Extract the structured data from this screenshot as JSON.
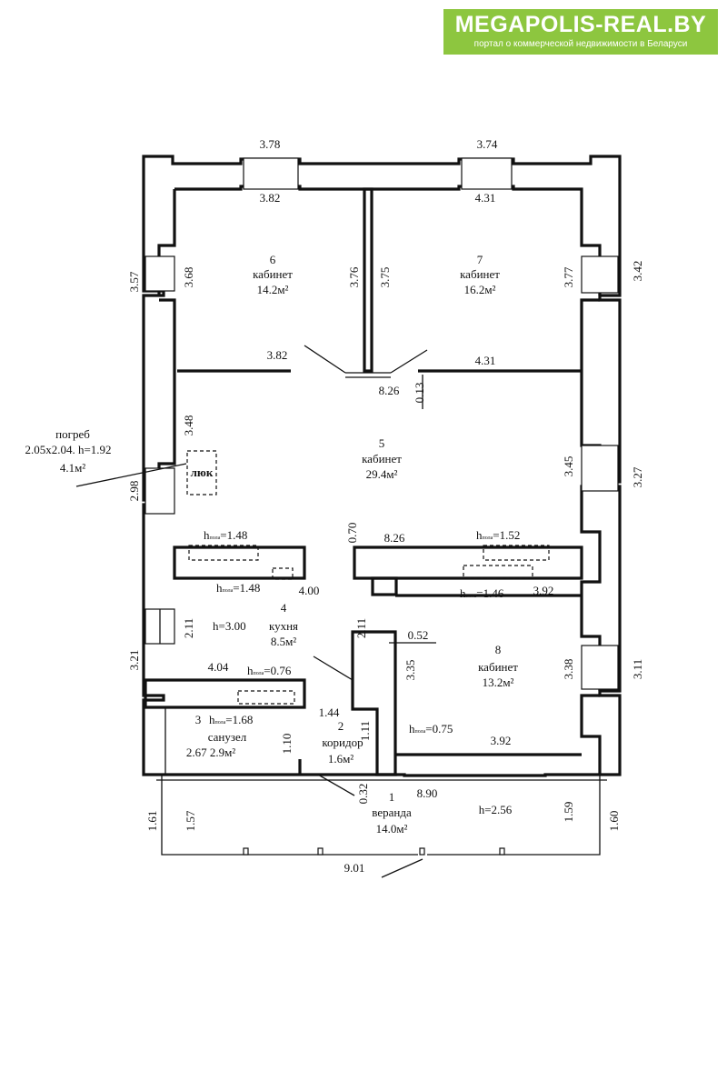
{
  "logo": {
    "title": "MEGAPOLIS-REAL.BY",
    "subtitle": "портал о коммерческой недвижимости в Беларуси",
    "color": "#8dc63f"
  },
  "rooms": {
    "r1": {
      "num": "1",
      "name": "веранда",
      "area": "14.0м²"
    },
    "r2": {
      "num": "2",
      "name": "коридор",
      "area": "1.6м²"
    },
    "r3": {
      "num": "3",
      "name": "санузел",
      "area": "2.67  2.9м²"
    },
    "r4": {
      "num": "4",
      "name": "кухня",
      "area": "8.5м²",
      "h": "h=3.00"
    },
    "r5": {
      "num": "5",
      "name": "кабинет",
      "area": "29.4м²"
    },
    "r6": {
      "num": "6",
      "name": "кабинет",
      "area": "14.2м²"
    },
    "r7": {
      "num": "7",
      "name": "кабинет",
      "area": "16.2м²"
    },
    "r8": {
      "num": "8",
      "name": "кабинет",
      "area": "13.2м²"
    }
  },
  "cellar": {
    "label": "погреб",
    "dims": "2.05x2.04. h=1.92",
    "area": "4.1м²",
    "hatch": "люк"
  },
  "dims": {
    "top_l_outer": "3.78",
    "top_r_outer": "3.74",
    "top_l_inner": "3.82",
    "top_r_inner": "4.31",
    "left_6_outer": "3.57",
    "left_6_inner": "3.68",
    "wall_a": "3.76",
    "wall_b": "3.75",
    "right_7_inner": "3.77",
    "right_7_outer": "3.42",
    "mid_l": "3.82",
    "mid_r": "4.31",
    "mid_826": "8.26",
    "d013": "0.13",
    "d348": "3.48",
    "d298": "2.98",
    "d345": "3.45",
    "d327": "3.27",
    "d070": "0.70",
    "d826b": "8.26",
    "d400": "4.00",
    "d052": "0.52",
    "d392a": "3.92",
    "d211a": "2.11",
    "d211b": "2.11",
    "d335": "3.35",
    "d338": "3.38",
    "d311": "3.11",
    "d321": "3.21",
    "d404": "4.04",
    "d144": "1.44",
    "d111": "1.11",
    "d110": "1.10",
    "d392b": "3.92",
    "d032": "0.32",
    "d890": "8.90",
    "d256": "h=2.56",
    "d161": "1.61",
    "d157": "1.57",
    "d159": "1.59",
    "d160": "1.60",
    "d901": "9.01"
  },
  "heights": {
    "h148a": "=1.48",
    "h152": "=1.52",
    "h148b": "=1.48",
    "h146": "=1.46",
    "h076": "=0.76",
    "h168": "=1.68",
    "h075": "=0.75"
  }
}
